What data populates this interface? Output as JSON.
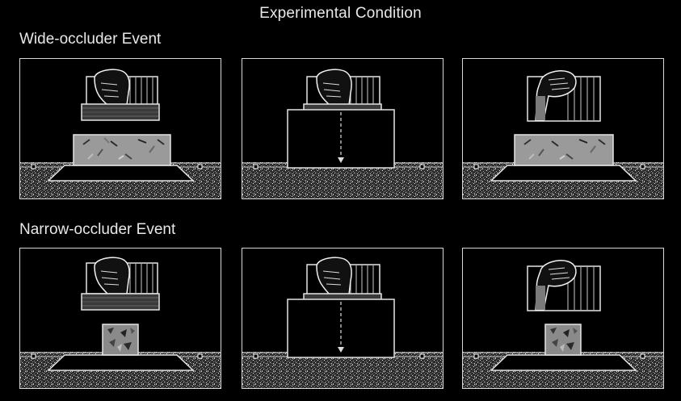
{
  "figure": {
    "title": "Experimental Condition",
    "rows": [
      {
        "label": "Wide-occluder Event",
        "object": "wide-box"
      },
      {
        "label": "Narrow-occluder Event",
        "object": "narrow-box"
      }
    ],
    "steps": [
      "object-visible",
      "screen-lowered",
      "screen-lifted"
    ]
  }
}
